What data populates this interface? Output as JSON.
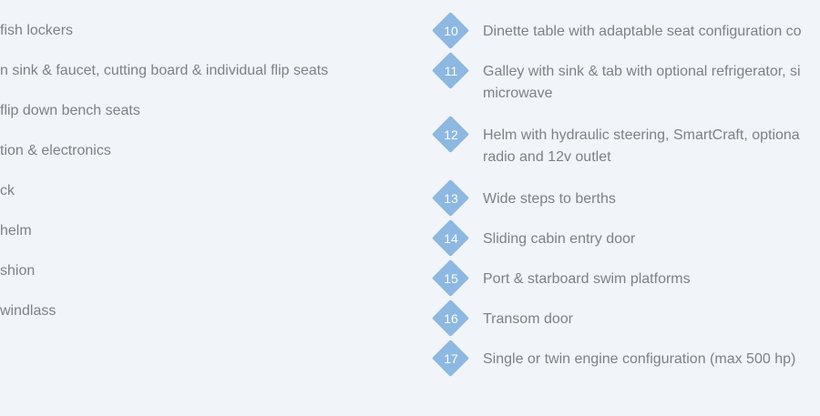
{
  "left_list": [
    {
      "text": "fish lockers"
    },
    {
      "text": "n sink & faucet, cutting board & individual flip seats"
    },
    {
      "text": " flip down bench seats"
    },
    {
      "text": "tion & electronics"
    },
    {
      "text": "ck"
    },
    {
      "text": "helm"
    },
    {
      "text": "shion"
    },
    {
      "text": "windlass"
    }
  ],
  "right_list": [
    {
      "number": "10",
      "text": "Dinette table with adaptable seat configuration co"
    },
    {
      "number": "11",
      "text": "Galley with sink & tab with optional refrigerator, si microwave"
    },
    {
      "number": "12",
      "text": "Helm with hydraulic steering, SmartCraft, optiona radio and 12v outlet"
    },
    {
      "number": "13",
      "text": "Wide steps to berths"
    },
    {
      "number": "14",
      "text": "Sliding cabin entry door"
    },
    {
      "number": "15",
      "text": "Port & starboard swim platforms"
    },
    {
      "number": "16",
      "text": "Transom door"
    },
    {
      "number": "17",
      "text": "Single or twin engine configuration (max 500 hp)"
    }
  ],
  "colors": {
    "background": "#f1f4f8",
    "text": "#7e8186",
    "badge": "#8cb8e2",
    "badge_text": "#ffffff"
  }
}
